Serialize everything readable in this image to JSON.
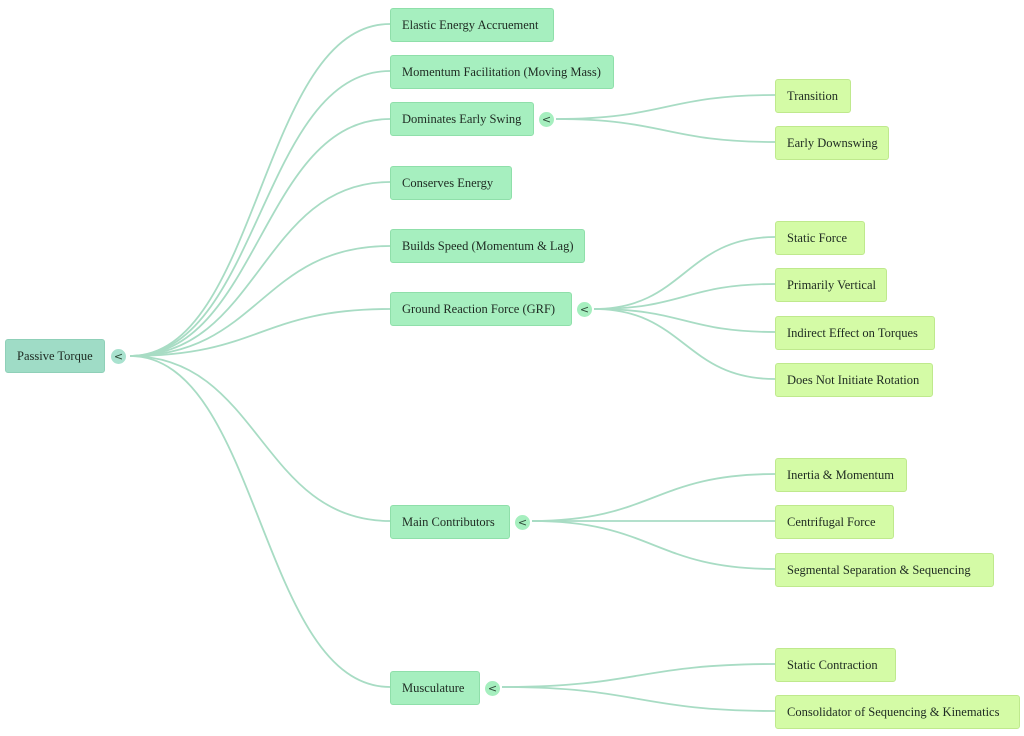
{
  "root": {
    "label": "Passive Torque",
    "toggle": "<"
  },
  "branches": [
    {
      "label": "Elastic Energy Accruement"
    },
    {
      "label": "Momentum Facilitation (Moving Mass)"
    },
    {
      "label": "Dominates Early Swing",
      "toggle": "<",
      "children": [
        {
          "label": "Transition"
        },
        {
          "label": "Early Downswing"
        }
      ]
    },
    {
      "label": "Conserves Energy"
    },
    {
      "label": "Builds Speed (Momentum & Lag)"
    },
    {
      "label": "Ground Reaction Force (GRF)",
      "toggle": "<",
      "children": [
        {
          "label": "Static Force"
        },
        {
          "label": "Primarily Vertical"
        },
        {
          "label": "Indirect Effect on Torques"
        },
        {
          "label": "Does Not Initiate Rotation"
        }
      ]
    },
    {
      "label": "Main Contributors",
      "toggle": "<",
      "children": [
        {
          "label": "Inertia & Momentum"
        },
        {
          "label": "Centrifugal Force"
        },
        {
          "label": "Segmental Separation & Sequencing"
        }
      ]
    },
    {
      "label": "Musculature",
      "toggle": "<",
      "children": [
        {
          "label": "Static Contraction"
        },
        {
          "label": "Consolidator of Sequencing & Kinematics"
        }
      ]
    }
  ]
}
